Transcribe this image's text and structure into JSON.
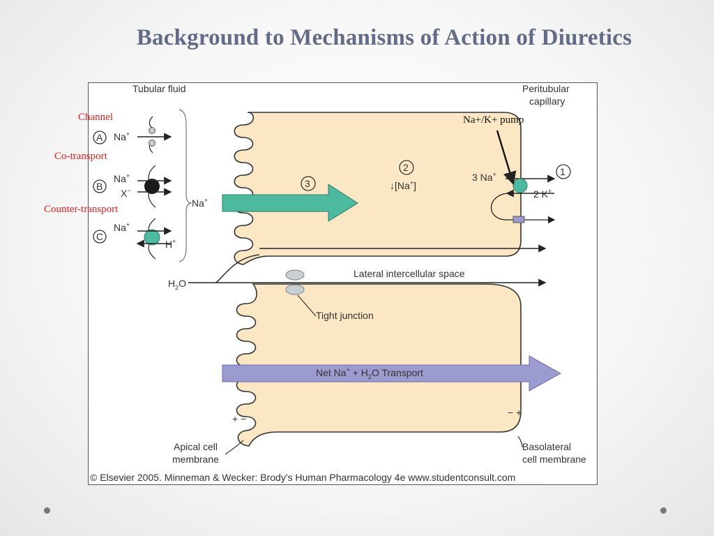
{
  "slide": {
    "title": "Background to Mechanisms of Action of Diuretics"
  },
  "labels": {
    "channel": "Channel",
    "co_transport": "Co-transport",
    "counter_transport": "Counter-transport",
    "pump": "Na+/K+ pump"
  },
  "figure": {
    "tubular_fluid": "Tubular fluid",
    "peritubular_line1": "Peritubular",
    "peritubular_line2": "capillary",
    "mark_a": "A",
    "mark_b": "B",
    "mark_c": "C",
    "ion_na": "Na",
    "ion_x": "X",
    "ion_h": "H",
    "sup_plus": "+",
    "sup_minus": "−",
    "bracket_na": "Na",
    "num_1": "1",
    "num_2": "2",
    "num_3": "3",
    "low_na": "↓[Na",
    "low_na_close": "]",
    "three_na": "3 Na",
    "two_k": "2 K",
    "h2o": "H",
    "h2o_sub": "2",
    "h2o_o": "O",
    "lateral_space": "Lateral intercellular space",
    "tight_junction": "Tight junction",
    "net_transport_a": "Net Na",
    "net_transport_b": " + H",
    "net_transport_sub": "2",
    "net_transport_c": "O Transport",
    "apical_line1": "Apical cell",
    "apical_line2": "membrane",
    "basolateral_line1": "Basolateral",
    "basolateral_line2": "cell membrane",
    "charge_apical": "+ −",
    "charge_basolateral": "− +",
    "copyright": "© Elsevier 2005. Minneman & Wecker: Brody's Human Pharmacology 4e www.studentconsult.com"
  },
  "colors": {
    "title": "#636b87",
    "cell_fill": "#fbe7c3",
    "teal": "#4dbaa0",
    "lavender": "#9b9bd0",
    "label_red": "#e02020"
  }
}
